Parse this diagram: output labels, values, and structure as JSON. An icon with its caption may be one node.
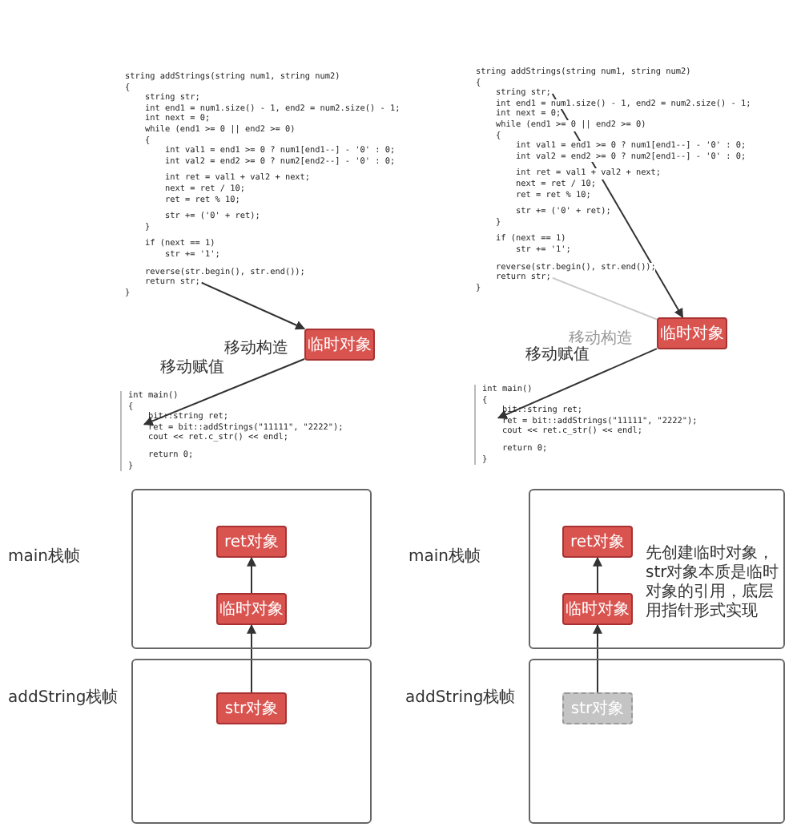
{
  "diagram": {
    "nodes": [
      {
        "text": [
          "string addStrings(string num1, string num2)",
          "{",
          "    string str;",
          "    int end1 = num1.size() - 1, end2 = num2.size() - 1;",
          "    int next = 0;",
          "    while (end1 >= 0 || end2 >= 0)",
          "    {",
          "        int val1 = end1 >= 0 ? num1[end1--] - '0' : 0;",
          "        int val2 = end2 >= 0 ? num2[end2--] - '0' : 0;",
          "        int ret = val1 + val2 + next;",
          "        next = ret / 10;",
          "        ret = ret % 10;",
          "        str += ('0' + ret);",
          "    }",
          "    if (next == 1)",
          "        str += '1';",
          "    reverse(str.begin(), str.end());",
          "    return str;",
          "}"
        ]
      },
      {
        "text": [
          "临时对象"
        ]
      },
      {
        "text": [
          "int main()",
          "{",
          "    bit::string ret;",
          "    ret = bit::addStrings(\"11111\", \"2222\");",
          "    cout << ret.c_str() << endl;",
          "    return 0;",
          "}"
        ]
      },
      {
        "text": [
          "string addStrings(string num1, string num2)",
          "{",
          "    string str;",
          "    int end1 = num1.size() - 1, end2 = num2.size() - 1;",
          "    int next = 0;",
          "    while (end1 >= 0 || end2 >= 0)",
          "    {",
          "        int val1 = end1 >= 0 ? num1[end1--] - '0' : 0;",
          "        int val2 = end2 >= 0 ? num2[end1--] - '0' : 0;",
          "        int ret = val1 + val2 + next;",
          "        next = ret / 10;",
          "        ret = ret % 10;",
          "        str += ('0' + ret);",
          "    }",
          "    if (next == 1)",
          "        str += '1';",
          "    reverse(str.begin(), str.end());",
          "    return str;",
          "}"
        ]
      },
      {
        "text": [
          "临时对象"
        ]
      },
      {
        "text": [
          "int main()",
          "{",
          "    bit::string ret;",
          "    ret = bit::addStrings(\"11111\", \"2222\");",
          "    cout << ret.c_str() << endl;",
          "    return 0;",
          "}"
        ]
      },
      {
        "text": [
          "main栈帧"
        ]
      },
      {
        "text": [
          "ret对象"
        ],
        "in": 6
      },
      {
        "text": [
          "临时对象"
        ],
        "in": 6
      },
      {
        "text": [
          "addString栈帧"
        ]
      },
      {
        "text": [
          "str对象"
        ],
        "in": 9
      },
      {
        "text": [
          "main栈帧"
        ]
      },
      {
        "text": [
          "ret对象"
        ],
        "in": 11
      },
      {
        "text": [
          "临时对象"
        ],
        "in": 11
      },
      {
        "text": [
          "addString栈帧"
        ]
      },
      {
        "text": [
          "str对象"
        ],
        "in": 14
      }
    ],
    "edges": [
      {
        "from": 0,
        "to": 1,
        "arrow": "to",
        "label": "移动构造"
      },
      {
        "from": 1,
        "to": 2,
        "arrow": "to",
        "label": "移动赋值"
      },
      {
        "from": 3,
        "to": 4,
        "arrow": "to"
      },
      {
        "from": 3,
        "to": 4,
        "arrow": "none",
        "color": "#cccccc",
        "label": "移动构造"
      },
      {
        "from": 4,
        "to": 5,
        "arrow": "to",
        "label": "移动赋值"
      },
      {
        "from": 10,
        "to": 8,
        "arrow": "to"
      },
      {
        "from": 8,
        "to": 7,
        "arrow": "to"
      },
      {
        "from": 15,
        "to": 13,
        "arrow": "to"
      },
      {
        "from": 13,
        "to": 12,
        "arrow": "to"
      }
    ],
    "labels": [
      "先创建临时对象，str对象本质是临时对象的引用，底层用指针形式实现"
    ]
  }
}
